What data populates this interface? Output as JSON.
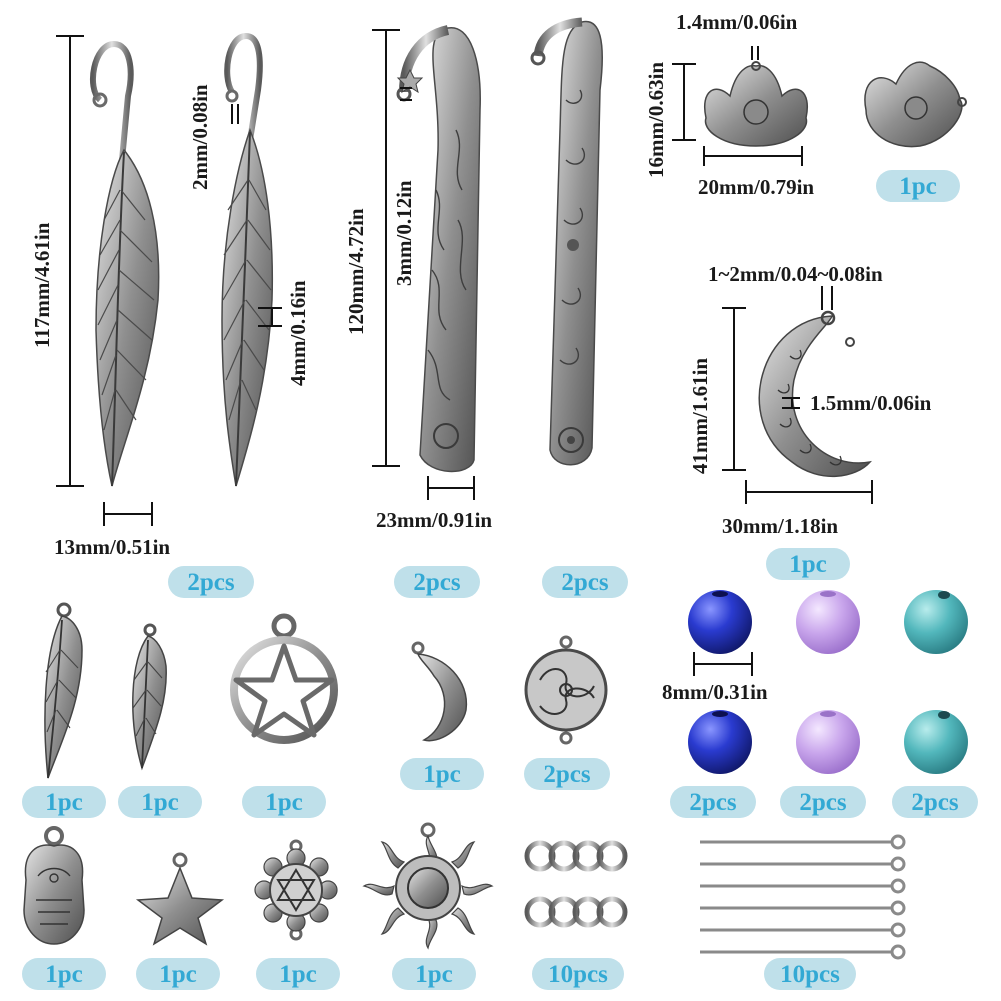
{
  "dimensions": {
    "feather_length": "117mm/4.61in",
    "feather_hole": "2mm/0.08in",
    "feather_wire": "4mm/0.16in",
    "feather_width": "13mm/0.51in",
    "hook_length": "120mm/4.72in",
    "hook_hole": "3mm/0.12in",
    "hook_width": "23mm/0.91in",
    "lotus_hole": "1.4mm/0.06in",
    "lotus_height": "16mm/0.63in",
    "lotus_width": "20mm/0.79in",
    "moon_hole": "1~2mm/0.04~0.08in",
    "moon_height": "41mm/1.61in",
    "moon_thickness": "1.5mm/0.06in",
    "moon_width": "30mm/1.18in",
    "bead_diameter": "8mm/0.31in"
  },
  "quantities": {
    "feather_bookmarks": "2pcs",
    "hook_bookmarks_plain": "2pcs",
    "hook_bookmarks_floral": "2pcs",
    "lotus": "1pc",
    "moon": "1pc",
    "feather_large": "1pc",
    "feather_small": "1pc",
    "pentagram": "1pc",
    "crescent_small": "1pc",
    "connector": "2pcs",
    "blue_beads": "2pcs",
    "purple_beads": "2pcs",
    "turquoise_beads": "2pcs",
    "hamsa": "1pc",
    "star": "1pc",
    "chakra": "1pc",
    "sun": "1pc",
    "jump_rings": "10pcs",
    "eye_pins": "10pcs"
  },
  "colors": {
    "badge_bg": "#bfe0ea",
    "badge_text": "#33a9d4",
    "silver": "#9a9a9a",
    "blue_bead": "#2030b0",
    "purple_bead": "#c7a4e8",
    "turquoise_bead": "#4fb3b8"
  }
}
